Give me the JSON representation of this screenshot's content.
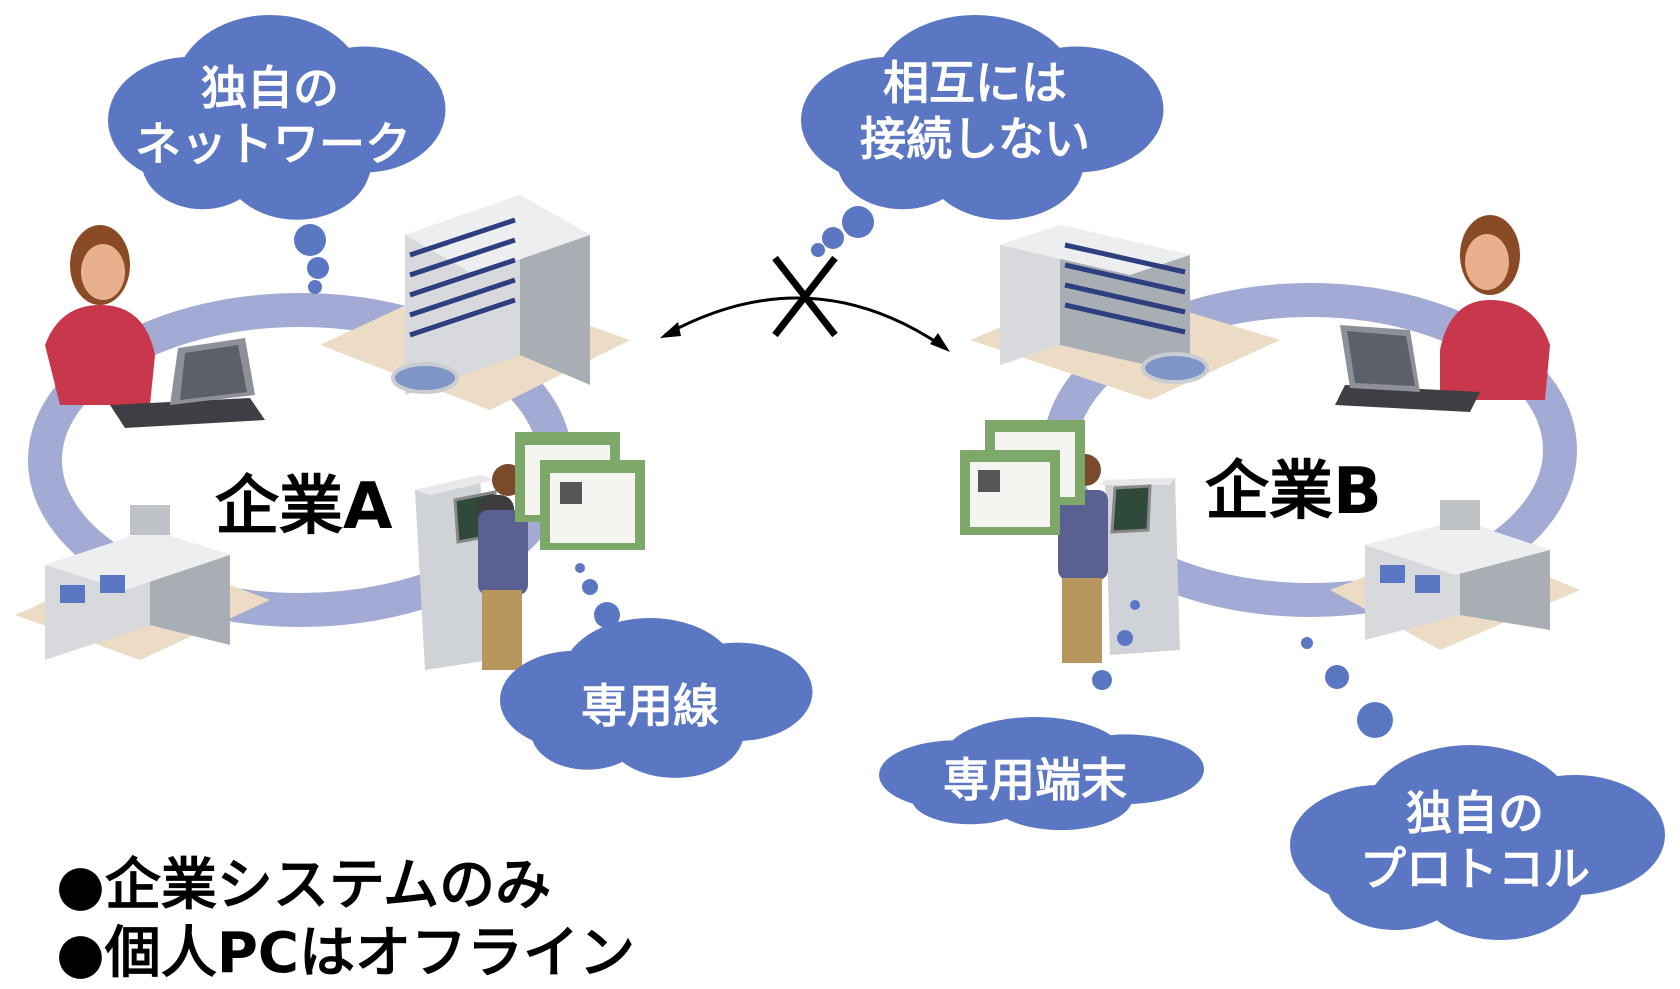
{
  "clouds": {
    "network": {
      "line1": "独自の",
      "line2": "ネットワーク"
    },
    "no_connect": {
      "line1": "相互には",
      "line2": "接続しない"
    },
    "dedicated_line": "専用線",
    "dedicated_terminal": "専用端末",
    "protocol": {
      "line1": "独自の",
      "line2": "プロトコル"
    }
  },
  "companies": {
    "a": "企業A",
    "b": "企業B"
  },
  "bullets": [
    "●企業システムのみ",
    "●個人PCはオフライン"
  ],
  "colors": {
    "cloud": "#5b77c4",
    "ring": "#a3aad4",
    "ground": "#ecdcc6",
    "building": "#c9ccd1",
    "shirt_woman": "#c8374c",
    "shirt_man": "#5a6192",
    "screen": "#7da86a"
  }
}
